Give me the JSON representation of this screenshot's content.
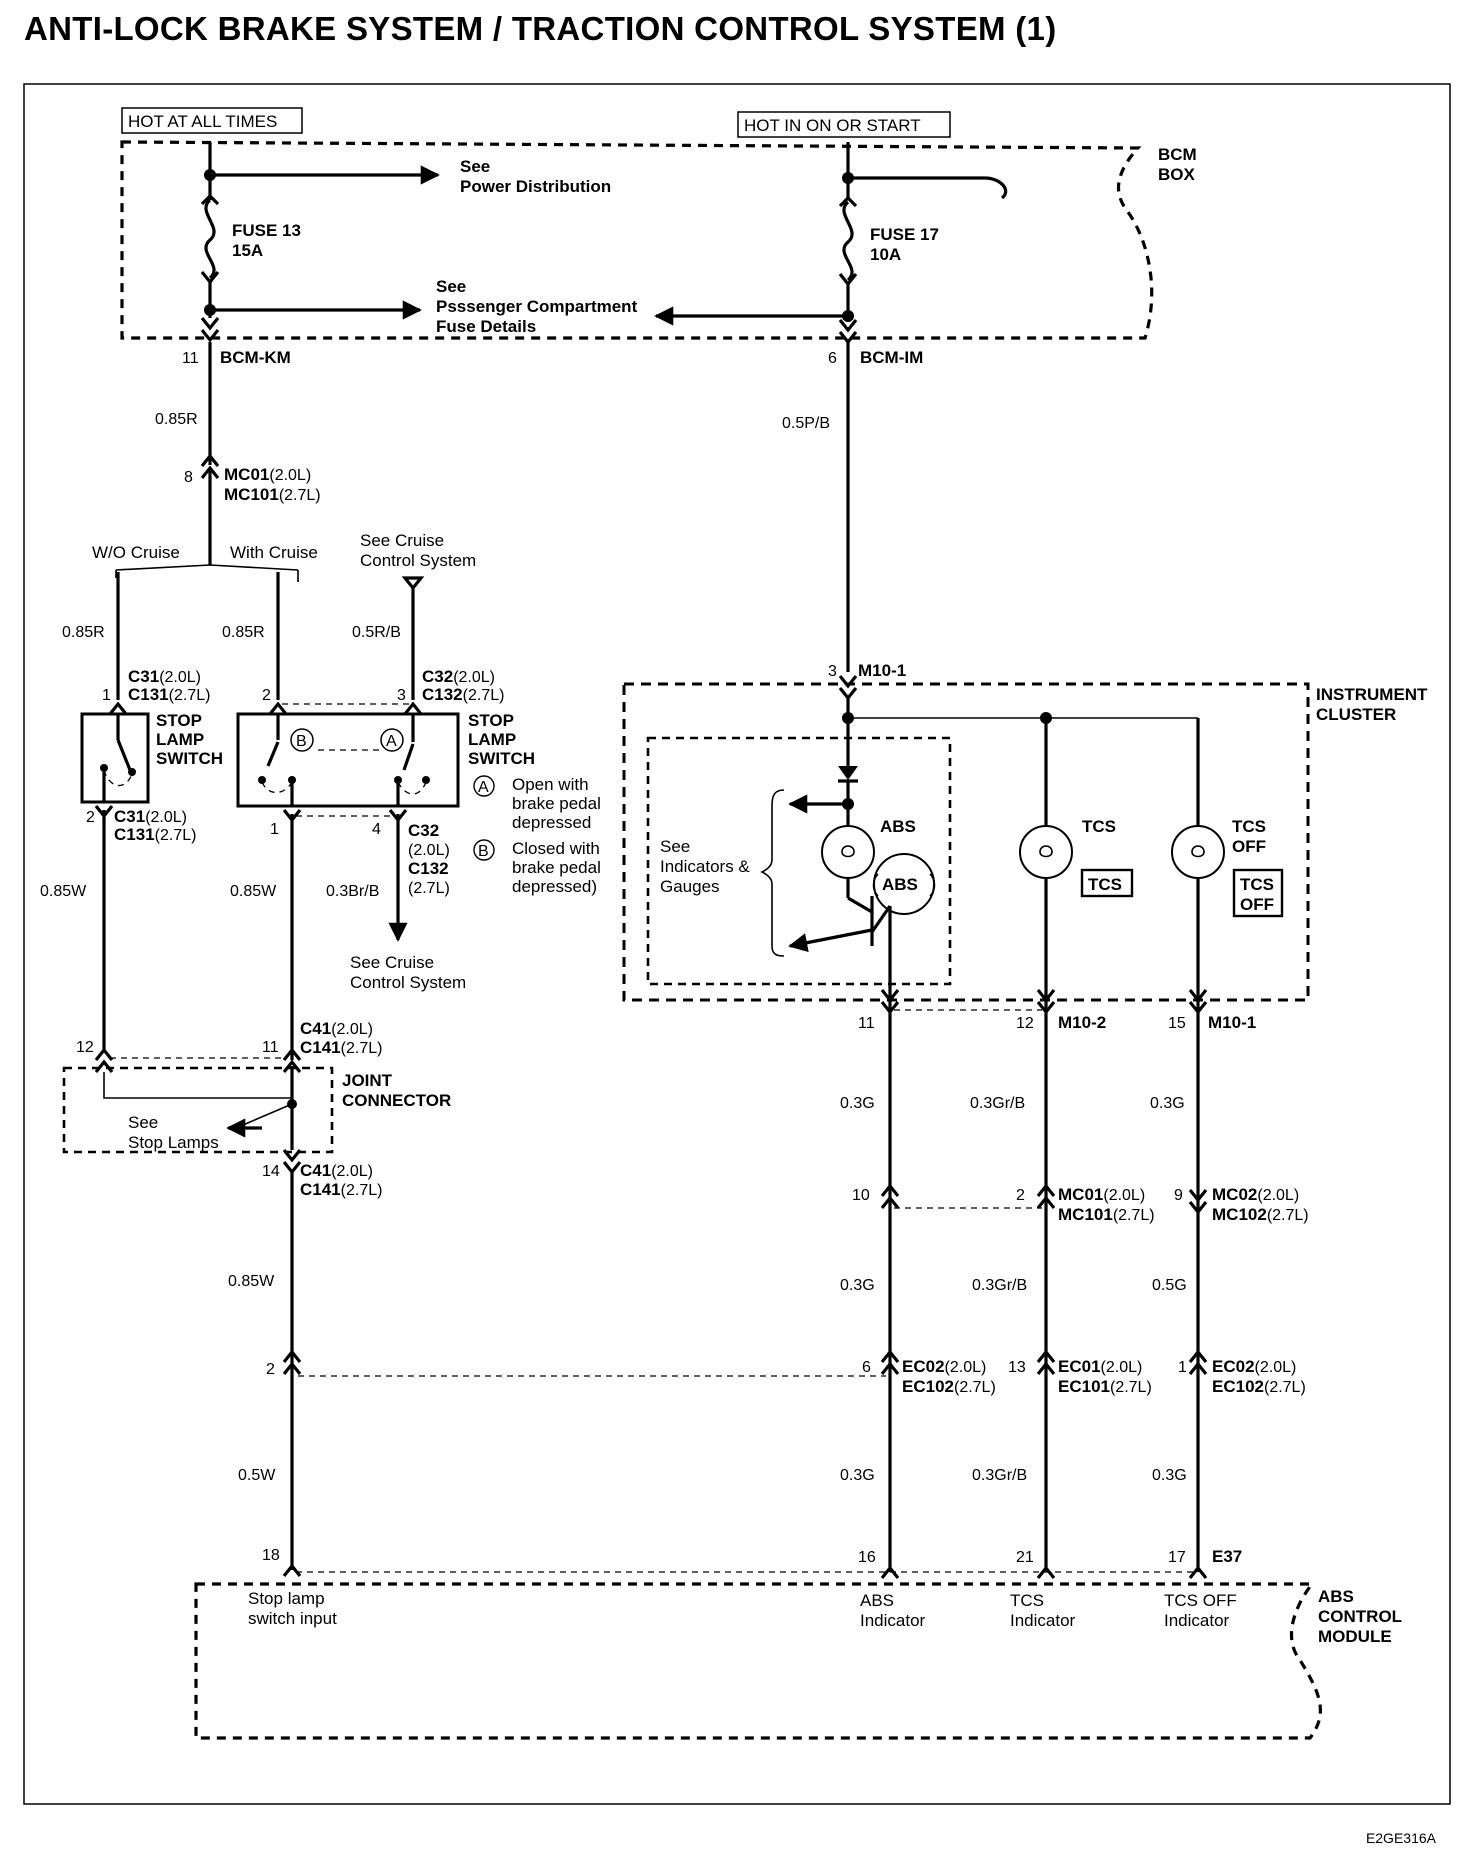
{
  "title": "ANTI-LOCK BRAKE SYSTEM / TRACTION CONTROL SYSTEM (1)",
  "drawing_code": "E2GE316A",
  "power": {
    "hot_at_all_times": "HOT AT ALL TIMES",
    "hot_in_on_or_start": "HOT IN ON OR START",
    "bcm_box": [
      "BCM",
      "BOX"
    ],
    "see_power": [
      "See",
      "Power Distribution"
    ],
    "see_passenger": [
      "See",
      "Psssenger Compartment",
      "Fuse Details"
    ],
    "fuse13": [
      "FUSE 13",
      "15A"
    ],
    "fuse17": [
      "FUSE 17",
      "10A"
    ]
  },
  "left": {
    "pin11": "11",
    "bcm_km": "BCM-KM",
    "w1": "0.85R",
    "pin8": "8",
    "mc01": "MC01",
    "mc01_v": "(2.0L)",
    "mc101": "MC101",
    "mc101_v": "(2.7L)",
    "wo_cruise": "W/O Cruise",
    "with_cruise": "With Cruise",
    "see_cruise_top": [
      "See Cruise",
      "Control System"
    ],
    "w2": "0.85R",
    "w3": "0.85R",
    "w4": "0.5R/B",
    "pin1": "1",
    "c31": "C31",
    "c31_v": "(2.0L)",
    "c131": "C131",
    "c131_v": "(2.7L)",
    "pin2": "2",
    "pin3": "3",
    "c32": "C32",
    "c32_v": "(2.0L)",
    "c132": "C132",
    "c132_v": "(2.7L)",
    "stop_lamp_switch": [
      "STOP",
      "LAMP",
      "SWITCH"
    ],
    "a": "A",
    "b": "B",
    "note_a": [
      "Open with",
      "brake pedal",
      "depressed"
    ],
    "note_b": [
      "Closed with",
      "brake pedal",
      "depressed)"
    ],
    "pin2b": "2",
    "c31b": "C31",
    "c31b_v": "(2.0L)",
    "c131b": "C131",
    "c131b_v": "(2.7L)",
    "pin1b": "1",
    "pin4b": "4",
    "c32b": "C32",
    "c32b_v": "(2.0L)",
    "c132b": "C132",
    "c132b_v": "(2.7L)",
    "w5": "0.85W",
    "w6": "0.85W",
    "w7": "0.3Br/B",
    "see_cruise_bottom": [
      "See Cruise",
      "Control System"
    ],
    "pin12": "12",
    "pin11b": "11",
    "c41": "C41",
    "c41_v": "(2.0L)",
    "c141": "C141",
    "c141_v": "(2.7L)",
    "joint_connector": [
      "JOINT",
      "CONNECTOR"
    ],
    "see_stop_lamps": [
      "See",
      "Stop Lamps"
    ],
    "pin14": "14",
    "c41b": "C41",
    "c41b_v": "(2.0L)",
    "c141b": "C141",
    "c141b_v": "(2.7L)",
    "w8": "0.85W",
    "pin2c": "2",
    "w9": "0.5W",
    "pin18": "18",
    "stop_lamp_input": [
      "Stop lamp",
      "switch input"
    ]
  },
  "right": {
    "pin6": "6",
    "bcm_im": "BCM-IM",
    "w1": "0.5P/B",
    "pin3": "3",
    "m10_1_top": "M10-1",
    "instrument_cluster": [
      "INSTRUMENT",
      "CLUSTER"
    ],
    "see_indicators": [
      "See",
      "Indicators &",
      "Gauges"
    ],
    "abs_label": "ABS",
    "abs_symbol": "ABS",
    "tcs_label": "TCS",
    "tcs_symbol": "TCS",
    "tcsoff_label": [
      "TCS",
      "OFF"
    ],
    "tcsoff_symbol": [
      "TCS",
      "OFF"
    ],
    "pin11": "11",
    "pin12": "12",
    "m10_2": "M10-2",
    "pin15": "15",
    "m10_1": "M10-1",
    "wa1": "0.3G",
    "wb1": "0.3Gr/B",
    "wc1": "0.3G",
    "pin10": "10",
    "pin2": "2",
    "mc01": "MC01",
    "mc01_v": "(2.0L)",
    "mc101": "MC101",
    "mc101_v": "(2.7L)",
    "pin9": "9",
    "mc02": "MC02",
    "mc02_v": "(2.0L)",
    "mc102": "MC102",
    "mc102_v": "(2.7L)",
    "wa2": "0.3G",
    "wb2": "0.3Gr/B",
    "wc2": "0.5G",
    "pin6b": "6",
    "ec02": "EC02",
    "ec02_v": "(2.0L)",
    "ec102": "EC102",
    "ec102_v": "(2.7L)",
    "pin13": "13",
    "ec01": "EC01",
    "ec01_v": "(2.0L)",
    "ec101": "EC101",
    "ec101_v": "(2.7L)",
    "pin1": "1",
    "ec02b": "EC02",
    "ec02b_v": "(2.0L)",
    "ec102b": "EC102",
    "ec102b_v": "(2.7L)",
    "wa3": "0.3G",
    "wb3": "0.3Gr/B",
    "wc3": "0.3G",
    "pin16": "16",
    "pin21": "21",
    "pin17": "17",
    "e37": "E37",
    "abs_indicator": [
      "ABS",
      "Indicator"
    ],
    "tcs_indicator": [
      "TCS",
      "Indicator"
    ],
    "tcsoff_indicator": [
      "TCS OFF",
      "Indicator"
    ],
    "abs_control_module": [
      "ABS",
      "CONTROL",
      "MODULE"
    ]
  }
}
